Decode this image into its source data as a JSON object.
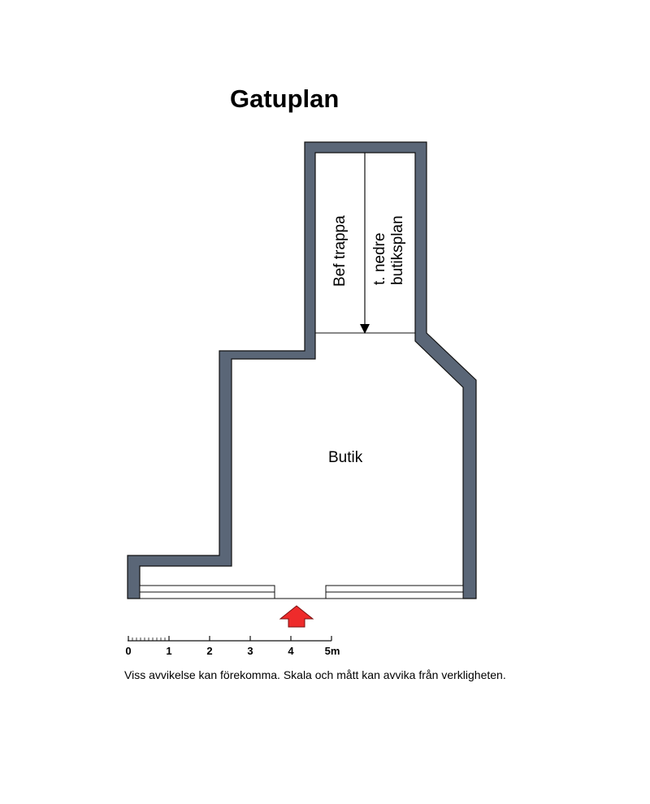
{
  "title": "Gatuplan",
  "rooms": {
    "butik": "Butik"
  },
  "stair": {
    "label": "Bef trappa",
    "direction_line1": "t. nedre",
    "direction_line2": "butiksplan"
  },
  "scale": {
    "ticks": [
      "0",
      "1",
      "2",
      "3",
      "4",
      "5m"
    ]
  },
  "entrance": {
    "icon": "entrance-arrow-icon",
    "color": "#ee2b2b"
  },
  "colors": {
    "wall": "#5a6677",
    "wall_outline": "#111111"
  },
  "disclaimer": "Viss avvikelse kan förekomma. Skala och mått kan avvika från verkligheten."
}
